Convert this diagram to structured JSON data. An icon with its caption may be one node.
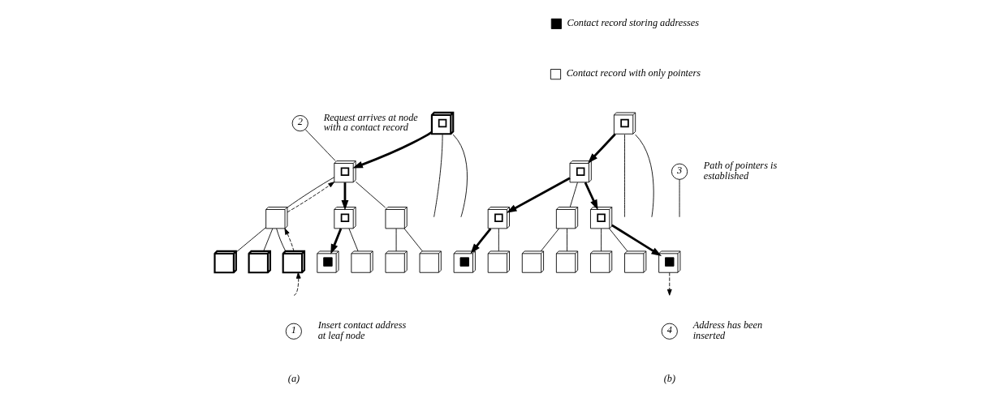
{
  "diagram": {
    "nodes": [
      {
        "text": [],
        "shape": "cube"
      },
      {
        "text": [],
        "shape": "cube"
      },
      {
        "text": [],
        "shape": "cube"
      },
      {
        "text": [],
        "shape": "cube"
      },
      {
        "text": [],
        "shape": "cube"
      },
      {
        "text": [],
        "shape": "cube"
      },
      {
        "text": [],
        "shape": "cube"
      },
      {
        "text": [],
        "shape": "cube"
      },
      {
        "text": [],
        "shape": "cube"
      },
      {
        "text": [],
        "shape": "cube"
      },
      {
        "text": [],
        "shape": "cube"
      },
      {
        "text": [],
        "shape": "cube"
      },
      {
        "text": [
          "1"
        ],
        "beside": [
          "Insert contact address at leaf node"
        ]
      },
      {
        "text": [
          "2"
        ],
        "beside": [
          "Request arrives at node with a contact record"
        ]
      },
      {
        "text": [],
        "shape": "cube"
      },
      {
        "text": [],
        "shape": "cube"
      },
      {
        "text": [],
        "shape": "cube"
      },
      {
        "text": [],
        "shape": "cube"
      },
      {
        "text": [],
        "shape": "cube"
      },
      {
        "text": [],
        "shape": "cube"
      },
      {
        "text": [],
        "shape": "cube"
      },
      {
        "text": [],
        "shape": "cube"
      },
      {
        "text": [],
        "shape": "cube"
      },
      {
        "text": [],
        "shape": "cube"
      },
      {
        "text": [],
        "shape": "cube"
      },
      {
        "text": [],
        "shape": "cube"
      },
      {
        "text": [
          "3"
        ],
        "beside": [
          "Path of pointers is established"
        ]
      },
      {
        "text": [
          "4"
        ],
        "beside": [
          "Address has been inserted"
        ]
      }
    ],
    "edges": [
      {
        "from": 0,
        "to": 1,
        "arrow": "to",
        "style": "thick"
      },
      {
        "from": 0,
        "to": null,
        "arrow": "none"
      },
      {
        "from": 0,
        "to": null,
        "arrow": "none"
      },
      {
        "from": 1,
        "to": 2,
        "arrow": "none"
      },
      {
        "from": 1,
        "to": 3,
        "arrow": "to",
        "style": "thick"
      },
      {
        "from": 1,
        "to": 4,
        "arrow": "none"
      },
      {
        "from": 2,
        "to": 5,
        "arrow": "none"
      },
      {
        "from": 2,
        "to": 6,
        "arrow": "none"
      },
      {
        "from": 2,
        "to": 7,
        "arrow": "none"
      },
      {
        "from": 3,
        "to": 8,
        "arrow": "none"
      },
      {
        "from": 3,
        "to": 9,
        "arrow": "to",
        "style": "thick"
      },
      {
        "from": 4,
        "to": 10,
        "arrow": "none"
      },
      {
        "from": 4,
        "to": 11,
        "arrow": "none"
      },
      {
        "from": null,
        "to": 6,
        "arrow": "to",
        "style": "dashed"
      },
      {
        "from": 6,
        "to": 2,
        "arrow": "to",
        "style": "dashed"
      },
      {
        "from": 2,
        "to": 1,
        "arrow": "to",
        "style": "dashed"
      },
      {
        "from": 13,
        "to": 1,
        "arrow": "none"
      },
      {
        "from": 14,
        "to": 15,
        "arrow": "to",
        "style": "thick"
      },
      {
        "from": 14,
        "to": null,
        "arrow": "none"
      },
      {
        "from": 14,
        "to": null,
        "arrow": "none"
      },
      {
        "from": 15,
        "to": 16,
        "arrow": "to",
        "style": "thick"
      },
      {
        "from": 15,
        "to": 17,
        "arrow": "to",
        "style": "thick"
      },
      {
        "from": 15,
        "to": 18,
        "arrow": "none"
      },
      {
        "from": 16,
        "to": 19,
        "arrow": "none"
      },
      {
        "from": 16,
        "to": 20,
        "arrow": "to",
        "style": "thick"
      },
      {
        "from": 16,
        "to": 21,
        "arrow": "none"
      },
      {
        "from": 17,
        "to": 22,
        "arrow": "none"
      },
      {
        "from": 17,
        "to": 23,
        "arrow": "to",
        "style": "thick"
      },
      {
        "from": 18,
        "to": 24,
        "arrow": "none"
      },
      {
        "from": 18,
        "to": 25,
        "arrow": "none"
      },
      {
        "from": 20,
        "to": null,
        "arrow": "to",
        "style": "dashed"
      },
      {
        "from": 26,
        "to": null,
        "arrow": "none"
      }
    ],
    "labels": [
      "(a)",
      "(b)"
    ],
    "legend": [
      {
        "text": "Contact record storing addresses",
        "color": "#000000"
      },
      {
        "text": "Contact record with only pointers",
        "color": "#ffffff"
      }
    ]
  }
}
